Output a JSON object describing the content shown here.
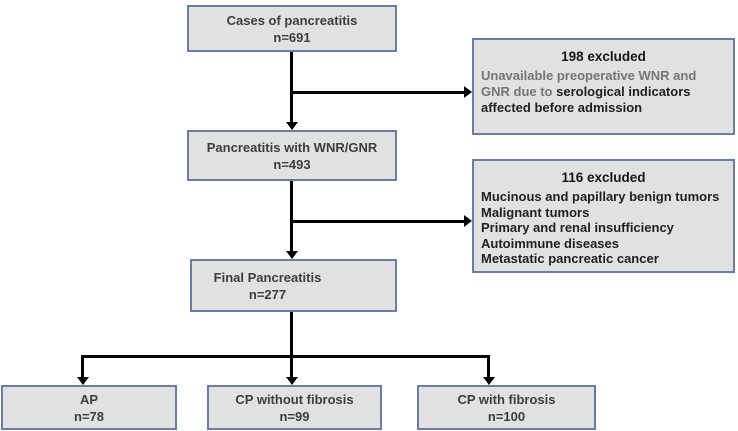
{
  "colors": {
    "box_fill": "#e1e1e1",
    "box_border": "#6b7da4",
    "arrow": "#000000",
    "flow_text": "#3d3d3d",
    "excl_text_dark": "#1f1f1f",
    "excl_text_gray": "#757575"
  },
  "boxes": {
    "cases": {
      "label": "Cases of pancreatitis",
      "n": "n=691"
    },
    "wnr": {
      "label": "Pancreatitis with WNR/GNR",
      "n": "n=493"
    },
    "final": {
      "label": "Final Pancreatitis",
      "n": "n=277"
    },
    "ap": {
      "label": "AP",
      "n": "n=78"
    },
    "cp_without": {
      "label": "CP without fibrosis",
      "n": "n=99"
    },
    "cp_with": {
      "label": "CP with fibrosis",
      "n": "n=100"
    },
    "excluded1": {
      "title": "198 excluded",
      "body_gray": "Unavailable preoperative WNR and GNR due to ",
      "body_dark": "serological indicators affected before admission"
    },
    "excluded2": {
      "title": "116 excluded",
      "items": [
        "Mucinous and papillary benign tumors",
        "Malignant tumors",
        "Primary and renal insufficiency",
        "Autoimmune diseases",
        "Metastatic pancreatic cancer"
      ]
    }
  }
}
